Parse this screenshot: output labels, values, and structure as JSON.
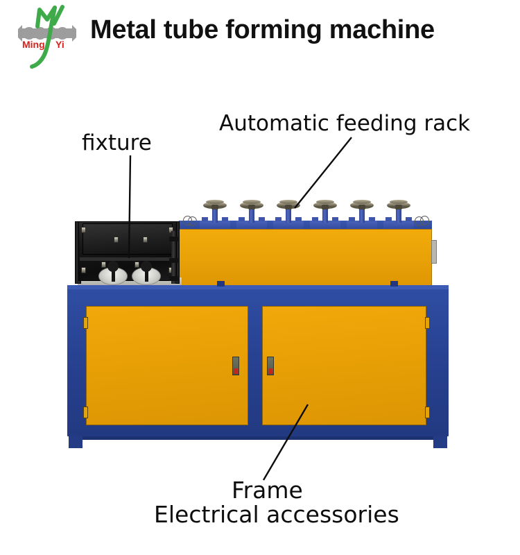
{
  "header": {
    "title": "Metal tube forming machine",
    "logo": {
      "name": "ming-yi-logo",
      "brand_line_1": "Ming",
      "brand_line_2": "Yi",
      "mark_color": "#3faa4a",
      "text_color": "#d8211a",
      "tube_color": "#9d9d9d"
    }
  },
  "annotations": [
    {
      "id": "fixture",
      "label": "fixture"
    },
    {
      "id": "feeding",
      "label": "Automatic feeding rack"
    },
    {
      "id": "frame",
      "label": "Frame"
    },
    {
      "id": "electrical",
      "label": "Electrical accessories"
    }
  ],
  "machine": {
    "colors": {
      "frame_blue": "#27408f",
      "panel_yellow": "#e9a206",
      "fixture_black": "#171717",
      "blade_silver": "#d2d2ce",
      "handwheel_bronze": "#8d8470"
    },
    "roller_units_count": 6,
    "cabinet_doors_count": 2,
    "door_handles_count": 2
  }
}
